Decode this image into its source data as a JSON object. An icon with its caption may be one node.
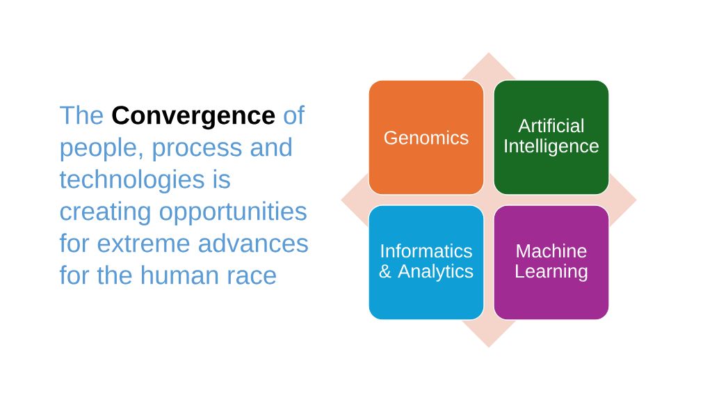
{
  "diagram": {
    "title": "The **Convergence** of people, process and technologies is creating opportunities for extreme advances for the human race",
    "nodes": [
      {
        "text": [
          "Genomics"
        ]
      },
      {
        "text": [
          "Artificial Intelligence"
        ]
      },
      {
        "text": [
          "Informatics & Analytics"
        ]
      },
      {
        "text": [
          "Machine Learning"
        ]
      }
    ]
  }
}
